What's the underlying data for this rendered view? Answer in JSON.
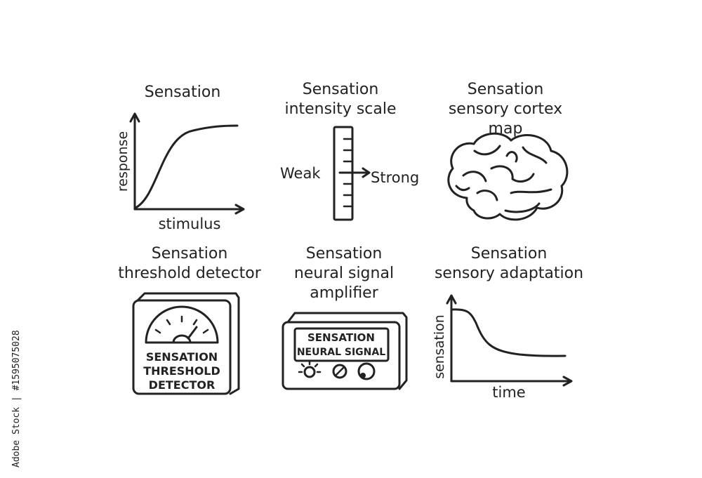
{
  "panels": {
    "p1": {
      "title_lines": [
        "Sensation"
      ],
      "ylabel": "response",
      "xlabel": "stimulus"
    },
    "p2": {
      "title_lines": [
        "Sensation",
        "intensity scale"
      ],
      "left_label": "Weak",
      "right_label": "Strong"
    },
    "p3": {
      "title_lines": [
        "Sensation",
        "sensory cortex",
        "map"
      ]
    },
    "p4": {
      "title_lines": [
        "Sensation",
        "threshold detector"
      ],
      "device_lines": [
        "SENSATION",
        "THRESHOLD",
        "DETECTOR"
      ]
    },
    "p5": {
      "title_lines": [
        "Sensation",
        "neural  signal",
        "amplifier"
      ],
      "device_lines": [
        "SENSATION",
        "NEURAL SIGNAL"
      ]
    },
    "p6": {
      "title_lines": [
        "Sensation",
        "sensory adaptation"
      ],
      "ylabel": "sensation",
      "xlabel": "time"
    }
  },
  "stock_id": "Adobe Stock | #1595075028",
  "colors": {
    "ink": "#222222",
    "background": "#ffffff"
  }
}
